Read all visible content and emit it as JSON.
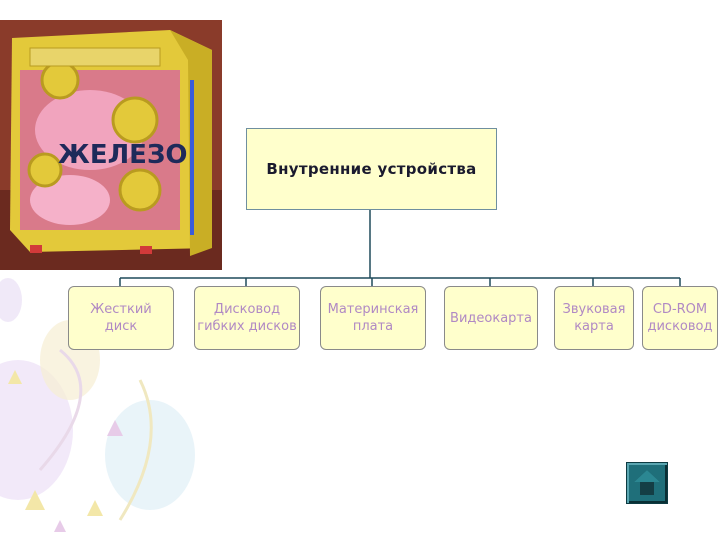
{
  "slide": {
    "background": "#ffffff",
    "photo": {
      "description_icon": "yellow-pc-case-photo",
      "logo_text": "ЖЕЛЕЗО"
    },
    "root": {
      "label": "Внутренние устройства"
    },
    "children": [
      {
        "label": "Жесткий\nдиск"
      },
      {
        "label": "Дисковод\nгибких дисков"
      },
      {
        "label": "Материнская\nплата"
      },
      {
        "label": "Видеокарта"
      },
      {
        "label": "Звуковая\nкарта"
      },
      {
        "label": "CD-ROM\nдисковод"
      }
    ],
    "nav_button": {
      "icon": "home-arrow-icon"
    },
    "colors": {
      "box_fill": "#ffffcc",
      "child_text": "#b089c4",
      "connector": "#1f4a5a",
      "nav": "#1f6f7a"
    }
  }
}
